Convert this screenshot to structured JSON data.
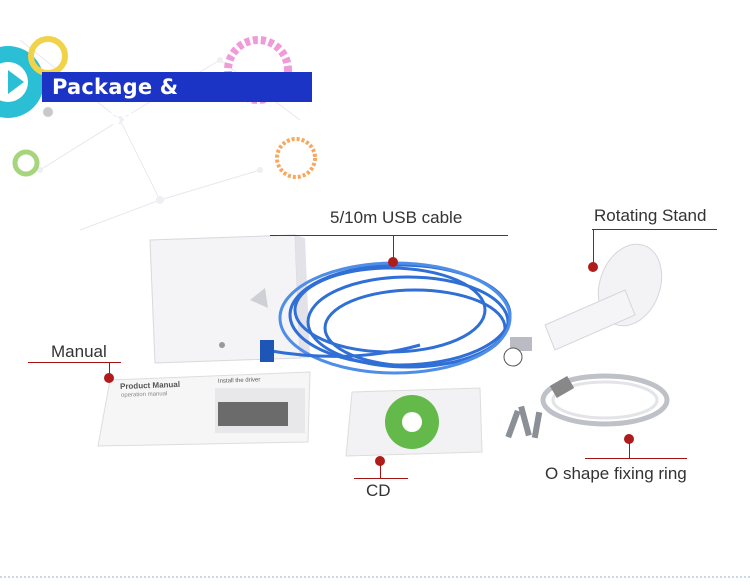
{
  "banner": {
    "title": "Package & Accessories"
  },
  "labels": {
    "usb_cable": "5/10m USB cable",
    "rotating_stand": "Rotating Stand",
    "manual": "Manual",
    "cd": "CD",
    "fixing_ring": "O shape fixing ring"
  },
  "manual_booklet": {
    "title": "Product Manual",
    "subtitle": "operation manual",
    "section": "Install the driver"
  },
  "colors": {
    "banner_bg": "#1b34c6",
    "callout": "#a31515",
    "cable": "#2f6fd6",
    "cd_label": "#63b94a"
  }
}
